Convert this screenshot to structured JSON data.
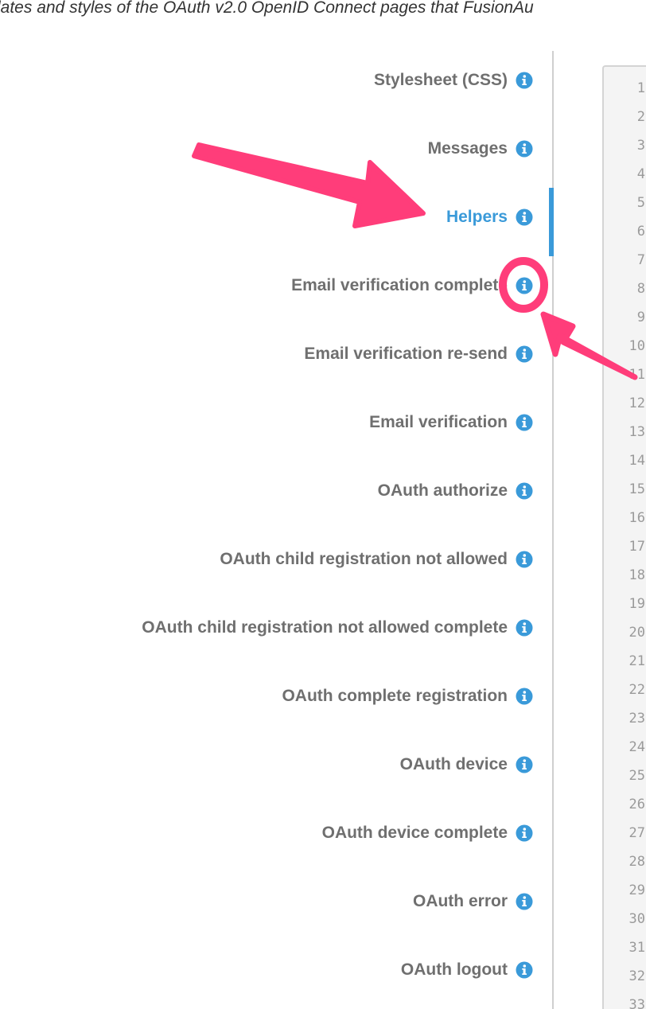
{
  "intro": {
    "text": "lates and styles of the OAuth v2.0 OpenID Connect pages that FusionAu"
  },
  "tabs": [
    {
      "label": "Stylesheet (CSS)",
      "active": false
    },
    {
      "label": "Messages",
      "active": false
    },
    {
      "label": "Helpers",
      "active": true
    },
    {
      "label": "Email verification complete",
      "active": false
    },
    {
      "label": "Email verification re-send",
      "active": false
    },
    {
      "label": "Email verification",
      "active": false
    },
    {
      "label": "OAuth authorize",
      "active": false
    },
    {
      "label": "OAuth child registration not allowed",
      "active": false
    },
    {
      "label": "OAuth child registration not allowed complete",
      "active": false
    },
    {
      "label": "OAuth complete registration",
      "active": false
    },
    {
      "label": "OAuth device",
      "active": false
    },
    {
      "label": "OAuth device complete",
      "active": false
    },
    {
      "label": "OAuth error",
      "active": false
    },
    {
      "label": "OAuth logout",
      "active": false
    }
  ],
  "editor": {
    "line_numbers": [
      "1",
      "2",
      "3",
      "4",
      "5",
      "6",
      "7",
      "8",
      "9",
      "10",
      "11",
      "12",
      "13",
      "14",
      "15",
      "16",
      "17",
      "18",
      "19",
      "20",
      "21",
      "22",
      "23",
      "24",
      "25",
      "26",
      "27",
      "28",
      "29",
      "30",
      "31",
      "32",
      "33"
    ]
  },
  "icons": {
    "tab_info": "info-icon"
  },
  "colors": {
    "active_tab": "#3a9ad9",
    "inactive_tab": "#6f6f6f",
    "info_icon": "#3a9ad9",
    "annotation": "#ff3d7a"
  }
}
